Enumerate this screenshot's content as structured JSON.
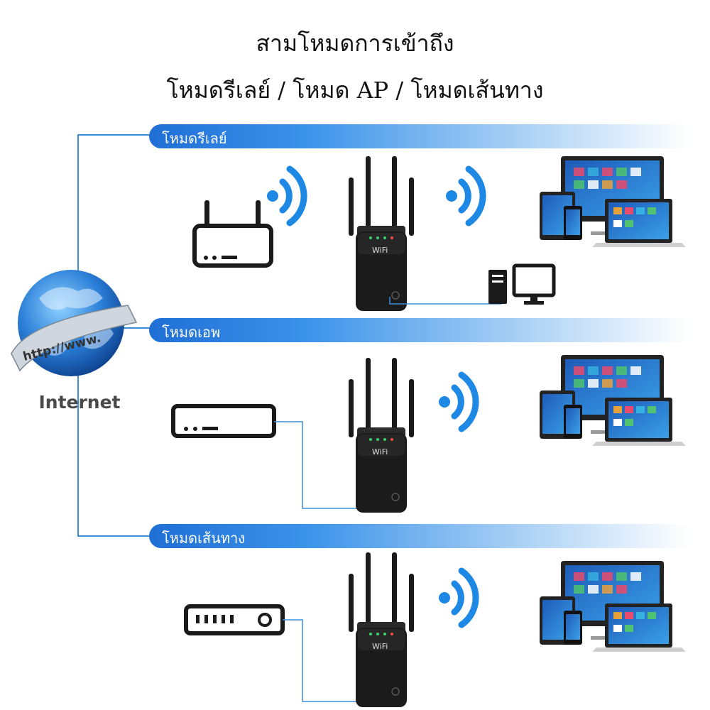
{
  "title_line1": "สามโหมดการเข้าถึง",
  "title_line2": "โหมดรีเลย์ / โหมด AP / โหมดเส้นทาง",
  "internet": {
    "url_text": "http://www.",
    "label": "Internet"
  },
  "modes": [
    {
      "label": "โหมดรีเลย์"
    },
    {
      "label": "โหมดเอพ"
    },
    {
      "label": "โหมดเส้นทาง"
    }
  ],
  "device_logo": "WiFi",
  "colors": {
    "band": "#1f6fd6",
    "wifi_waves": "#1e88e5",
    "cable": "#3b8ed8",
    "device": "#1a1a1a"
  }
}
